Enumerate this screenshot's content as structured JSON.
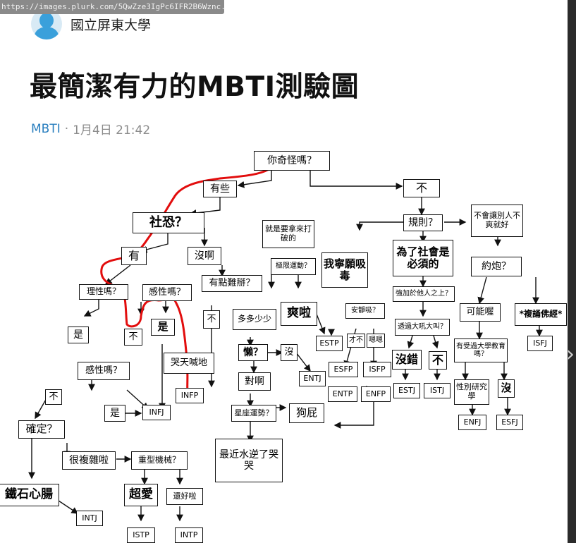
{
  "browser": {
    "url": "https://images.plurk.com/5QwZze3IgPc6IFR2B6Wznc.jpg"
  },
  "post": {
    "author": "國立屏東大學",
    "title": "最簡潔有力的MBTI測驗圖",
    "tag": "MBTI",
    "separator": "·",
    "timestamp": "1月4日 21:42"
  },
  "flowchart": {
    "nodes": {
      "q_weird": "你奇怪嗎？",
      "some": "有些",
      "no_top": "不",
      "social_phobia": "社恐？",
      "have": "有",
      "no_a": "沒啊",
      "rational": "理性嗎？",
      "emotional_1": "感性嗎？",
      "yes_a": "是",
      "no_b": "不",
      "cry": "哭天喊地",
      "infp": "INFP",
      "yes_b": "是",
      "emotional_2": "感性嗎？",
      "no_c": "不",
      "yes_c": "是",
      "infj": "INFJ",
      "sure": "確定？",
      "complex": "很複雜啦",
      "heavy_machine": "重型機械？",
      "love": "超愛",
      "ok": "還好啦",
      "stone_heart": "鐵石心腸",
      "intj": "INTJ",
      "istp": "ISTP",
      "intp": "INTP",
      "weird_hard": "有點難掰？",
      "no_d": "不",
      "more_or_less": "多多少少",
      "lazy": "懶？",
      "no_e": "沒",
      "yeah": "對啊",
      "astrology": "星座運勢？",
      "bullshit": "狗屁",
      "mercury": "最近水逆了哭哭",
      "entj": "ENTJ",
      "entp": "ENTP",
      "enfp": "ENFP",
      "to_break": "就是要拿來打破的",
      "extreme_sports": "極限運動？",
      "rather_drugs": "我寧願吸毒",
      "cool": "爽啦",
      "estp": "ESTP",
      "quiet": "安靜吸？",
      "not": "才不",
      "hmm": "嗯嗯",
      "esfp": "ESFP",
      "isfp": "ISFP",
      "rules": "規則？",
      "for_society": "為了社會是必須的",
      "impose": "強加於他人之上？",
      "shout": "透過大吼大叫？",
      "no_wrong": "沒錯",
      "no_f": "不",
      "estj": "ESTJ",
      "istj": "ISTJ",
      "no_hurt": "不會讓別人不爽就好",
      "date": "約炮？",
      "maybe": "可能喔",
      "chant": "*複誦佛經*",
      "isfj": "ISFJ",
      "college": "有受過大學教育嗎？",
      "gender_studies": "性別研究學",
      "no_g": "沒",
      "enfj": "ENFJ",
      "esfj": "ESFJ"
    }
  }
}
